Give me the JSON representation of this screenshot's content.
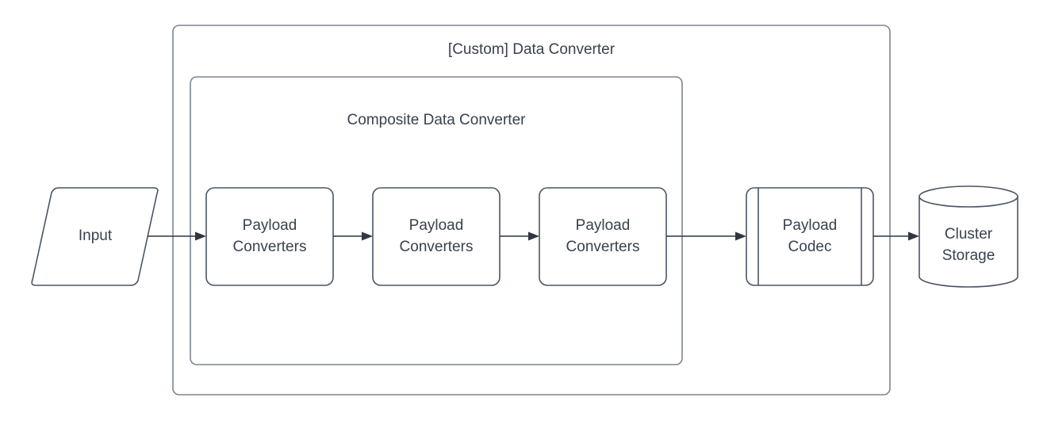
{
  "diagram": {
    "type": "flowchart",
    "title": "[Custom] Data Converter",
    "colors": {
      "background": "#ffffff",
      "shape_stroke": "#4b5563",
      "container_stroke": "#7c8492",
      "connector": "#2f3640",
      "text": "#39414f"
    },
    "outer_container": {
      "label": "[Custom] Data Converter"
    },
    "inner_container": {
      "label": "Composite Data Converter"
    },
    "nodes": {
      "input": {
        "label": "Input",
        "shape": "parallelogram"
      },
      "converter_1": {
        "label_line_1": "Payload",
        "label_line_2": "Converters",
        "shape": "rounded-rectangle"
      },
      "converter_2": {
        "label_line_1": "Payload",
        "label_line_2": "Converters",
        "shape": "rounded-rectangle"
      },
      "converter_3": {
        "label_line_1": "Payload",
        "label_line_2": "Converters",
        "shape": "rounded-rectangle"
      },
      "payload_codec": {
        "label_line_1": "Payload",
        "label_line_2": "Codec",
        "shape": "predefined-process"
      },
      "cluster_storage": {
        "label_line_1": "Cluster",
        "label_line_2": "Storage",
        "shape": "cylinder"
      }
    },
    "edges": [
      {
        "name": "input-to-converter-1",
        "from": "input",
        "to": "converter_1",
        "arrow": "single"
      },
      {
        "name": "converter-1-to-converter-2",
        "from": "converter_1",
        "to": "converter_2",
        "arrow": "single"
      },
      {
        "name": "converter-2-to-converter-3",
        "from": "converter_2",
        "to": "converter_3",
        "arrow": "single"
      },
      {
        "name": "converter-3-to-payload-codec",
        "from": "converter_3",
        "to": "payload_codec",
        "arrow": "single"
      },
      {
        "name": "payload-codec-to-cluster-storage",
        "from": "payload_codec",
        "to": "cluster_storage",
        "arrow": "single"
      }
    ]
  }
}
